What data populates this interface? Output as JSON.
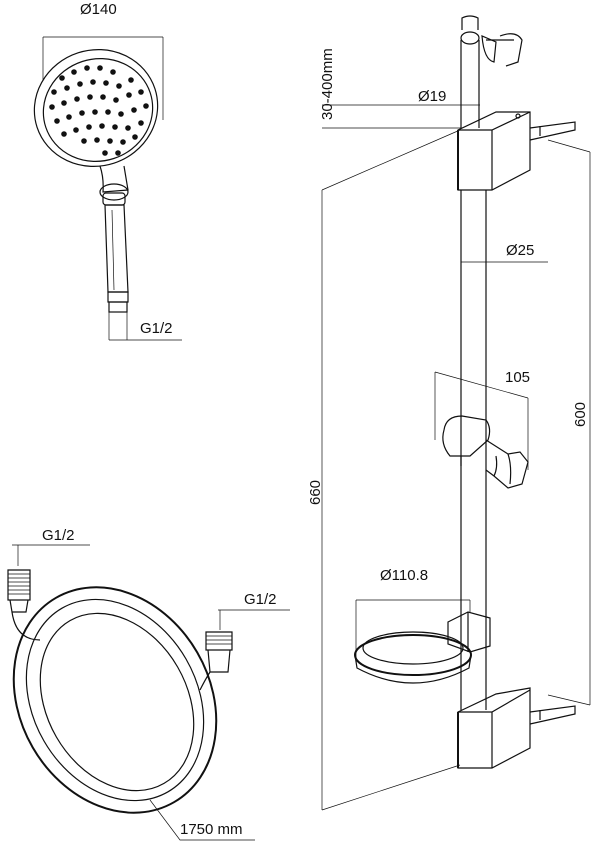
{
  "labels": {
    "handshower_diameter": "Ø140",
    "handshower_thread": "G1/2",
    "hose_left_thread": "G1/2",
    "hose_right_thread": "G1/2",
    "hose_length": "1750 mm",
    "top_adjust_range": "30-400mm",
    "top_pipe_diameter": "Ø19",
    "rail_diameter": "Ø25",
    "slider_width": "105",
    "mount_distance": "600",
    "total_height": "660",
    "soap_dish_diameter": "Ø110.8"
  },
  "colors": {
    "line": "#111111",
    "background": "#ffffff"
  }
}
